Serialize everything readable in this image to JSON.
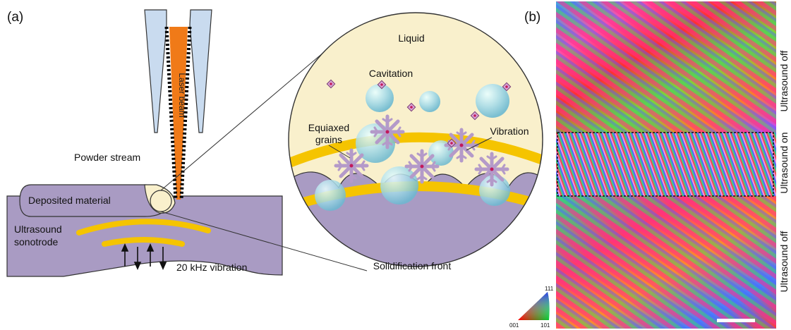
{
  "panel_a": {
    "label": "(a)",
    "laser_beam": "Laser beam",
    "powder_stream": "Powder stream",
    "deposited_material": "Deposited material",
    "sonotrode": [
      "Ultrasound",
      "sonotrode"
    ],
    "vibration_freq": "20 kHz vibration",
    "inset": {
      "liquid": "Liquid",
      "cavitation": "Cavitation",
      "equiaxed": [
        "Equiaxed",
        "grains"
      ],
      "vibration": "Vibration",
      "solidification": "Solidification front"
    }
  },
  "panel_b": {
    "label": "(b)",
    "labels": [
      "Ultrasound off",
      "Ultrasound on",
      "Ultrasound off"
    ],
    "ipf_key": {
      "top": "111",
      "bottom_left": "001",
      "bottom_right": "101"
    }
  },
  "colors": {
    "purple": "#a99bc3",
    "cream": "#f9f0cc",
    "yellow": "#f5c400",
    "orange": "#f07a18",
    "grain": "#b49ac9"
  }
}
